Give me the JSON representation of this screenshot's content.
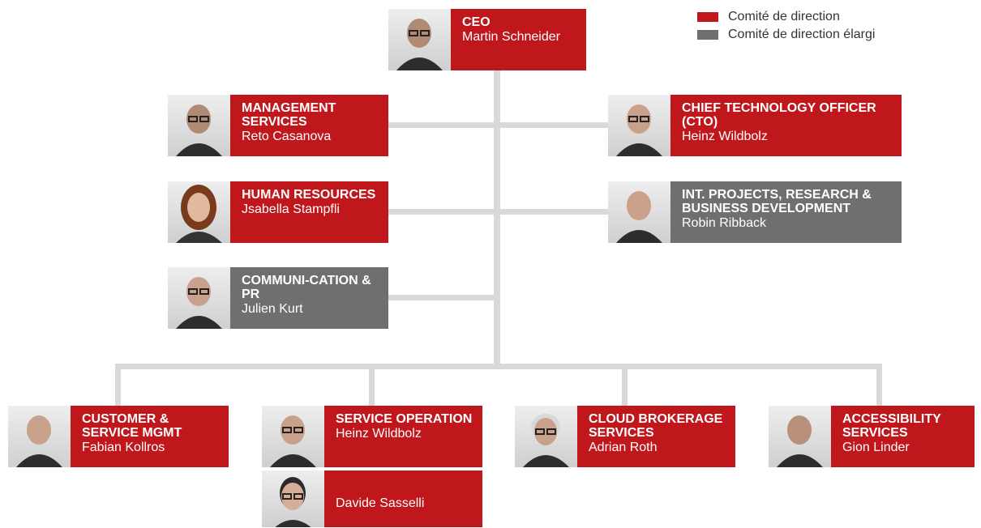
{
  "legend": {
    "items": [
      {
        "label": "Comité de direction",
        "color": "#c0171c"
      },
      {
        "label": "Comité de direction élargi",
        "color": "#6f6f6f"
      }
    ]
  },
  "nodes": {
    "ceo": {
      "title": "CEO",
      "name": "Martin Schneider"
    },
    "management_services": {
      "title": "MANAGEMENT SERVICES",
      "name": "Reto Casanova"
    },
    "cto": {
      "title": "CHIEF TECHNOLOGY OFFICER (CTO)",
      "name": "Heinz Wildbolz"
    },
    "human_resources": {
      "title": "HUMAN RESOURCES",
      "name": "Jsabella Stampfli"
    },
    "int_projects": {
      "title": "INT. PROJECTS, RESEARCH & BUSINESS DEVELOPMENT",
      "name": "Robin Ribback"
    },
    "communication": {
      "title": "COMMUNI-CATION & PR",
      "name": "Julien Kurt"
    },
    "customer_service": {
      "title": "CUSTOMER & SERVICE MGMT",
      "name": "Fabian Kollros"
    },
    "service_operation": {
      "title": "SERVICE OPERATION",
      "name": "Heinz Wildbolz"
    },
    "service_operation_2": {
      "name": "Davide Sasselli"
    },
    "cloud_brokerage": {
      "title": "CLOUD BROKERAGE SERVICES",
      "name": "Adrian Roth"
    },
    "accessibility": {
      "title": "ACCESSIBILITY SERVICES",
      "name": "Gion Linder"
    }
  }
}
